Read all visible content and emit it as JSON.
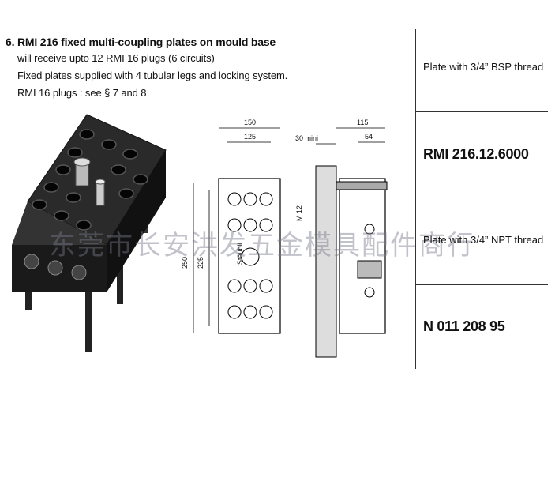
{
  "section": {
    "heading": "6. RMI 216 fixed multi-coupling plates on mould base",
    "lines": [
      "will receive upto 12 RMI 16 plugs (6 circuits)",
      "Fixed plates supplied with 4 tubular legs and locking system.",
      "RMI 16 plugs : see § 7 and 8"
    ]
  },
  "drawing": {
    "front_dims": {
      "width_outer": "150",
      "width_inner": "125",
      "height_outer": "250",
      "height_inner": "225"
    },
    "brand": "Stäubli",
    "side_dims": {
      "depth": "115",
      "depth_inner": "54",
      "mini": "30 mini",
      "thread": "M 12"
    }
  },
  "table": {
    "rows": [
      {
        "desc": "Plate with 3/4” BSP thread",
        "ref": "RMI 216.12.6000"
      },
      {
        "desc": "Plate with 3/4” NPT thread",
        "ref": "N 011 208 95"
      }
    ]
  },
  "watermark": "东莞市长安洪发五金模具配件商行"
}
